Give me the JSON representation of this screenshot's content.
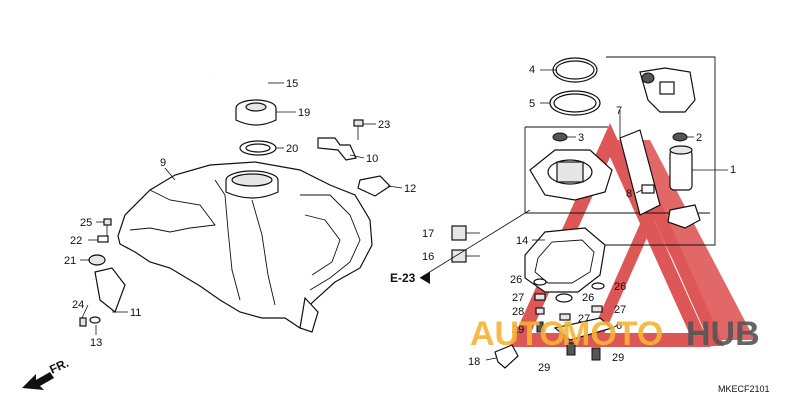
{
  "diagram": {
    "code": "MKECF2101",
    "ref_label": "E-23",
    "fr_label": "FR.",
    "watermark": {
      "part1": "AUTO",
      "part2": "MOTO",
      "part3": "HUB",
      "color_auto": "#f5b335",
      "color_moto": "#f5b335",
      "color_hub": "#555555",
      "triangle_color": "#d93a3a"
    },
    "callouts": [
      {
        "id": "c1",
        "text": "1"
      },
      {
        "id": "c2",
        "text": "2"
      },
      {
        "id": "c3",
        "text": "3"
      },
      {
        "id": "c4",
        "text": "4"
      },
      {
        "id": "c5",
        "text": "5"
      },
      {
        "id": "c6",
        "text": "6"
      },
      {
        "id": "c7",
        "text": "7"
      },
      {
        "id": "c8",
        "text": "8"
      },
      {
        "id": "c9",
        "text": "9"
      },
      {
        "id": "c10",
        "text": "10"
      },
      {
        "id": "c11",
        "text": "11"
      },
      {
        "id": "c12",
        "text": "12"
      },
      {
        "id": "c13",
        "text": "13"
      },
      {
        "id": "c14",
        "text": "14"
      },
      {
        "id": "c15",
        "text": "15"
      },
      {
        "id": "c16",
        "text": "16"
      },
      {
        "id": "c17",
        "text": "17"
      },
      {
        "id": "c18",
        "text": "18"
      },
      {
        "id": "c19",
        "text": "19"
      },
      {
        "id": "c20",
        "text": "20"
      },
      {
        "id": "c21",
        "text": "21"
      },
      {
        "id": "c22",
        "text": "22"
      },
      {
        "id": "c23",
        "text": "23"
      },
      {
        "id": "c24",
        "text": "24"
      },
      {
        "id": "c25",
        "text": "25"
      },
      {
        "id": "c26a",
        "text": "26"
      },
      {
        "id": "c26b",
        "text": "26"
      },
      {
        "id": "c26c",
        "text": "26"
      },
      {
        "id": "c27a",
        "text": "27"
      },
      {
        "id": "c27b",
        "text": "27"
      },
      {
        "id": "c27c",
        "text": "27"
      },
      {
        "id": "c28",
        "text": "28"
      },
      {
        "id": "c29a",
        "text": "29"
      },
      {
        "id": "c29b",
        "text": "29"
      },
      {
        "id": "c29c",
        "text": "29"
      }
    ]
  }
}
